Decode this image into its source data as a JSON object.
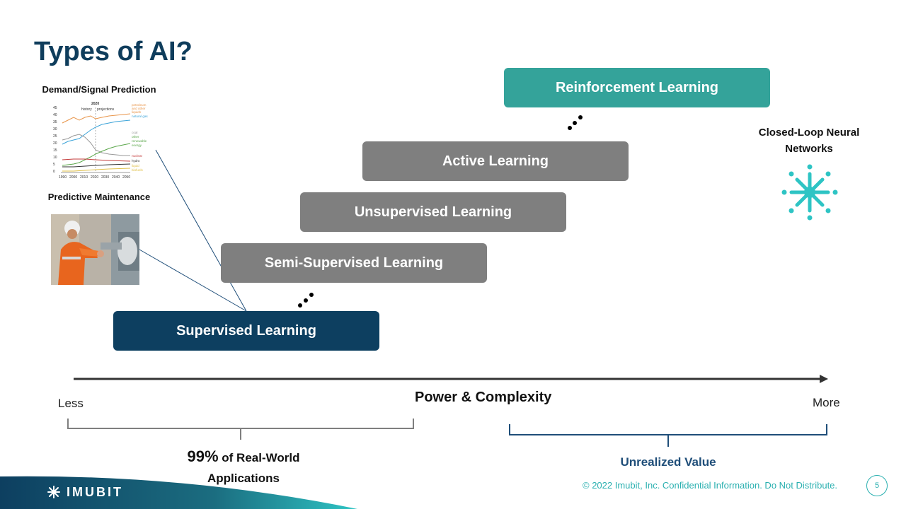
{
  "slide": {
    "title": "Types of AI?",
    "page_number": "5",
    "footer": "© 2022  Imubit, Inc. Confidential Information. Do Not Distribute.",
    "logo_text": "IMUBIT"
  },
  "left_panel": {
    "demand_label": "Demand/Signal Prediction",
    "maintenance_label": "Predictive Maintenance",
    "chart": {
      "year_marker": "2020",
      "history_label": "history",
      "projections_label": "projections",
      "y_ticks": [
        "45",
        "40",
        "35",
        "30",
        "25",
        "20",
        "15",
        "10",
        "5",
        "0"
      ],
      "x_ticks": [
        "1990",
        "2000",
        "2010",
        "2020",
        "2030",
        "2040",
        "2050"
      ],
      "legend": [
        "petroleum",
        "and other",
        "liquids",
        "natural gas",
        "coal",
        "other",
        "renewable",
        "energy",
        "nuclear",
        "hydro",
        "liquid",
        "biofuels"
      ]
    }
  },
  "learning_types": {
    "reinforcement": "Reinforcement Learning",
    "active": "Active Learning",
    "unsupervised": "Unsupervised Learning",
    "semi_supervised": "Semi-Supervised Learning",
    "supervised": "Supervised Learning"
  },
  "right_panel": {
    "closed_loop_line1": "Closed-Loop Neural",
    "closed_loop_line2": "Networks"
  },
  "axis": {
    "title": "Power & Complexity",
    "less": "Less",
    "more": "More"
  },
  "brackets": {
    "left_percent": "99%",
    "left_text_a": " of Real-World",
    "left_text_b": "Applications",
    "right_text": "Unrealized  Value"
  },
  "colors": {
    "title": "#0f3d5c",
    "supervised": "#0d3f60",
    "gray_boxes": "#7f7f7f",
    "reinforcement": "#34a39a",
    "teal_accent": "#2ec4c4"
  }
}
